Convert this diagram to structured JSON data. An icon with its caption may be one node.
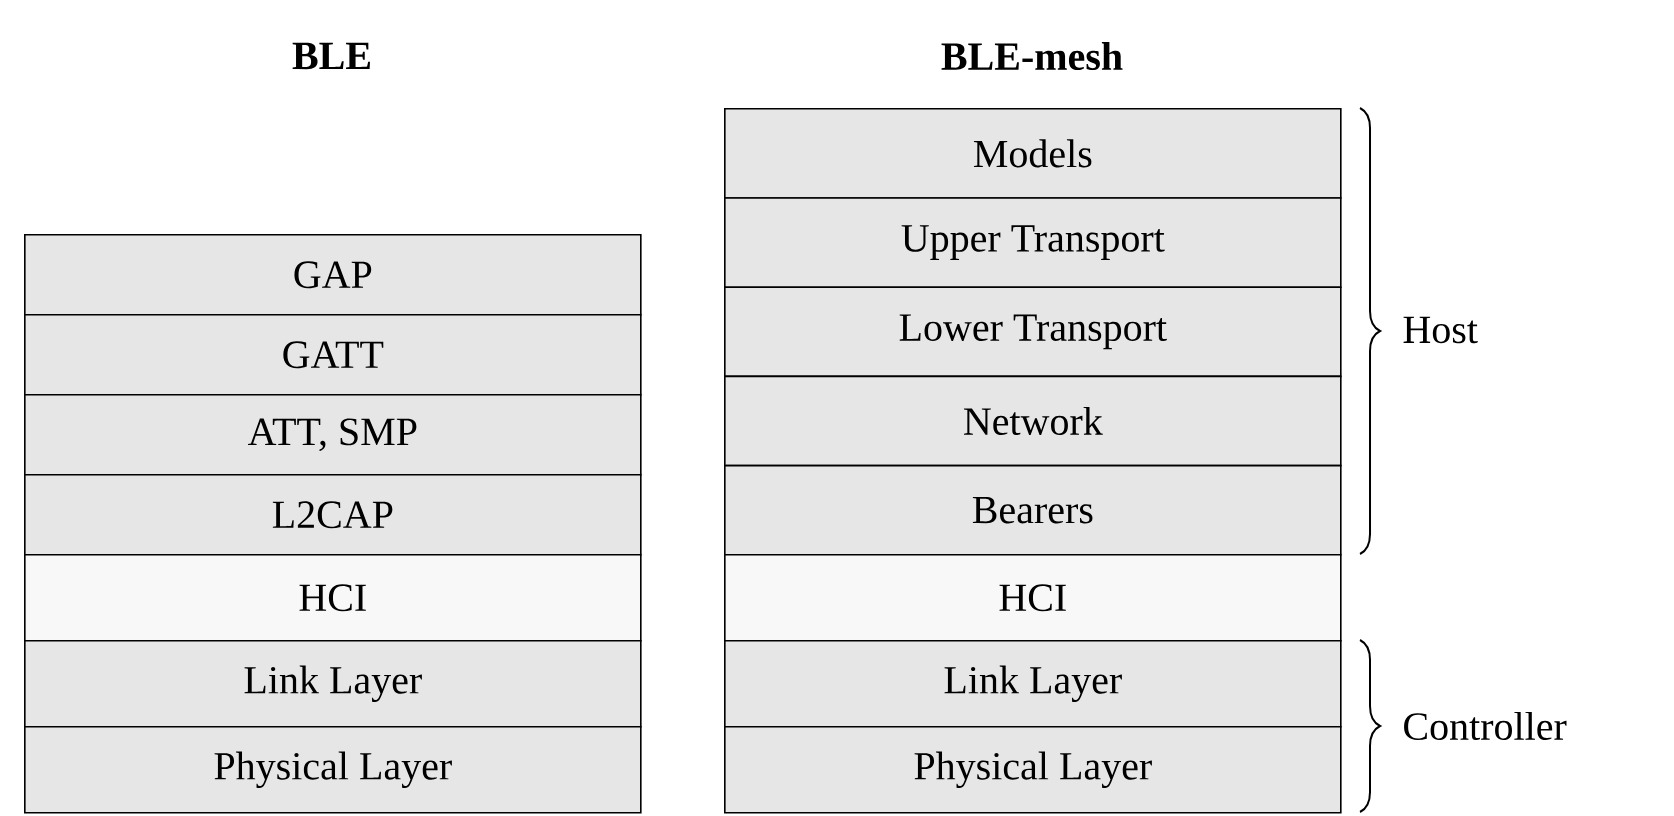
{
  "diagram": {
    "nodes": [
      {
        "text": [
          "GAP"
        ]
      },
      {
        "text": [
          "GATT"
        ]
      },
      {
        "text": [
          "ATT, SMP"
        ]
      },
      {
        "text": [
          "L2CAP"
        ]
      },
      {
        "text": [
          "HCI"
        ]
      },
      {
        "text": [
          "Link Layer"
        ]
      },
      {
        "text": [
          "Physical Layer"
        ]
      },
      {
        "text": [
          "Models"
        ]
      },
      {
        "text": [
          "Upper Transport"
        ]
      },
      {
        "text": [
          "Lower Transport"
        ]
      },
      {
        "text": [
          "Network"
        ]
      },
      {
        "text": [
          "Bearers"
        ]
      },
      {
        "text": [
          "HCI"
        ]
      },
      {
        "text": [
          "Link Layer"
        ]
      },
      {
        "text": [
          "Physical Layer"
        ]
      }
    ],
    "labels": [
      "BLE",
      "BLE-mesh",
      "Host",
      "Controller"
    ]
  }
}
